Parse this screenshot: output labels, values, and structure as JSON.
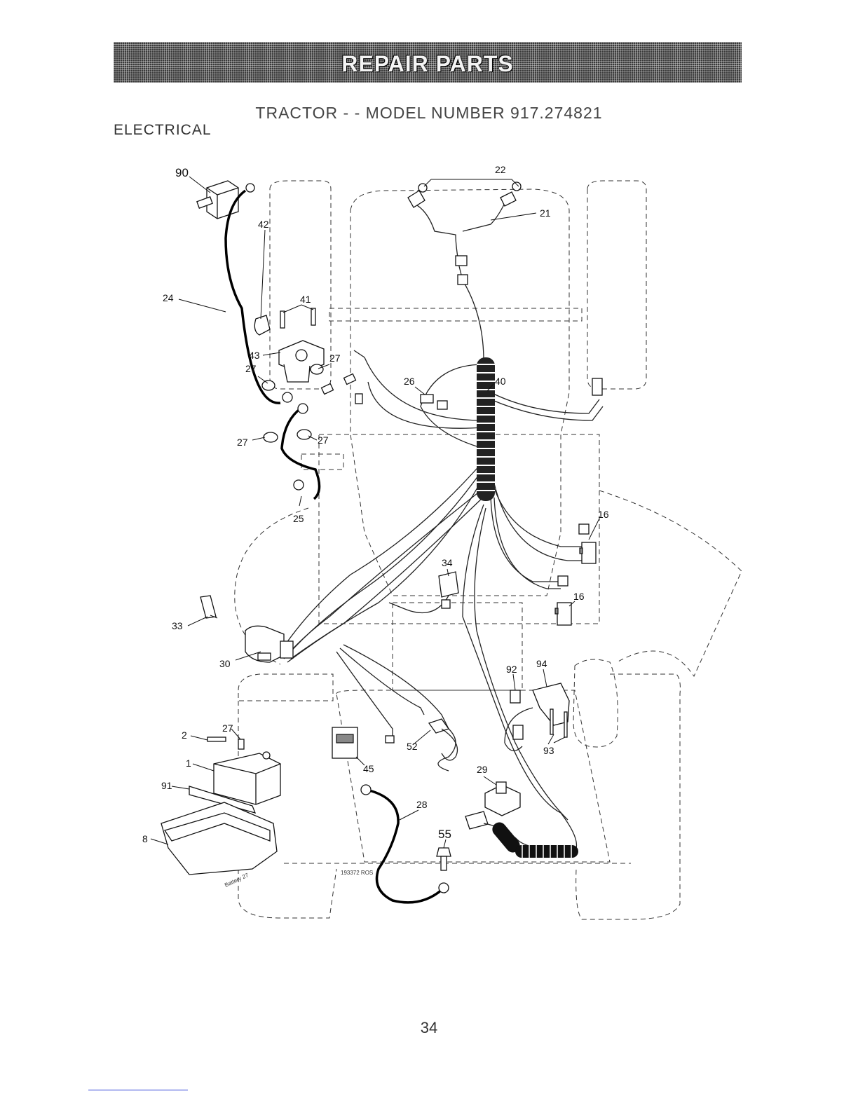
{
  "header": {
    "banner_title": "REPAIR PARTS",
    "model_title": "TRACTOR - - MODEL NUMBER 917.274821",
    "section_label": "ELECTRICAL"
  },
  "diagram": {
    "callouts": [
      "90",
      "22",
      "21",
      "42",
      "41",
      "24",
      "43",
      "27",
      "27",
      "27",
      "27",
      "26",
      "40",
      "25",
      "16",
      "16",
      "34",
      "33",
      "30",
      "92",
      "94",
      "93",
      "2",
      "27",
      "1",
      "91",
      "8",
      "45",
      "52",
      "29",
      "28",
      "55"
    ],
    "drawing_number": "193372 ROS",
    "battery_text": "Battery 27"
  },
  "footer": {
    "page_number": "34"
  }
}
